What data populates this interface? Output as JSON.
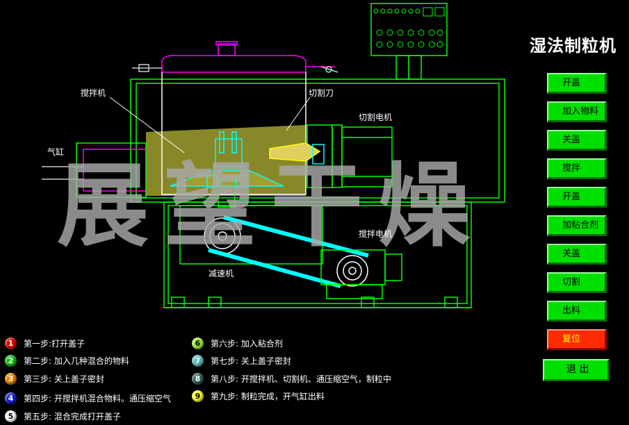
{
  "title": "湿法制粒机",
  "watermark": "展望干燥",
  "labels": {
    "mixer": "搅拌机",
    "cutter": "切割刀",
    "cutter_motor": "切割电机",
    "cylinder": "气缸",
    "mixer_motor": "搅拌电机",
    "reducer": "减速机"
  },
  "buttons": [
    {
      "label": "开盖",
      "color": "#00e000"
    },
    {
      "label": "加入物料",
      "color": "#00e000"
    },
    {
      "label": "关盖",
      "color": "#00e000"
    },
    {
      "label": "搅拌",
      "color": "#00e000"
    },
    {
      "label": "开盖",
      "color": "#00e000"
    },
    {
      "label": "加粘合剂",
      "color": "#00e000"
    },
    {
      "label": "关盖",
      "color": "#00e000"
    },
    {
      "label": "切割",
      "color": "#00e000"
    },
    {
      "label": "出料",
      "color": "#00e000"
    },
    {
      "label": "复位",
      "color": "#ff2a00"
    }
  ],
  "exit_label": "退 出",
  "steps": [
    {
      "num": "1",
      "color": "#e00000",
      "text": "第一步:打开盖子"
    },
    {
      "num": "2",
      "color": "#10c010",
      "text": "第二步: 加入几种混合的物料"
    },
    {
      "num": "3",
      "color": "#f08000",
      "text": "第三步: 关上盖子密封"
    },
    {
      "num": "4",
      "color": "#1020e0",
      "text": "第四步: 开搅拌机混合物料。通压缩空气"
    },
    {
      "num": "5",
      "color": "#ffffff",
      "text": "第五步: 混合完成打开盖子"
    },
    {
      "num": "6",
      "color": "#a0f040",
      "text": "第六步: 加入粘合剂"
    },
    {
      "num": "7",
      "color": "#60c0c0",
      "text": "第七步: 关上盖子密封"
    },
    {
      "num": "8",
      "color": "#306060",
      "text": "第八步: 开搅拌机、切割机、通压缩空气，制粒中"
    },
    {
      "num": "9",
      "color": "#ffff20",
      "text": "第九步: 制粒完成，开气缸出料"
    }
  ]
}
